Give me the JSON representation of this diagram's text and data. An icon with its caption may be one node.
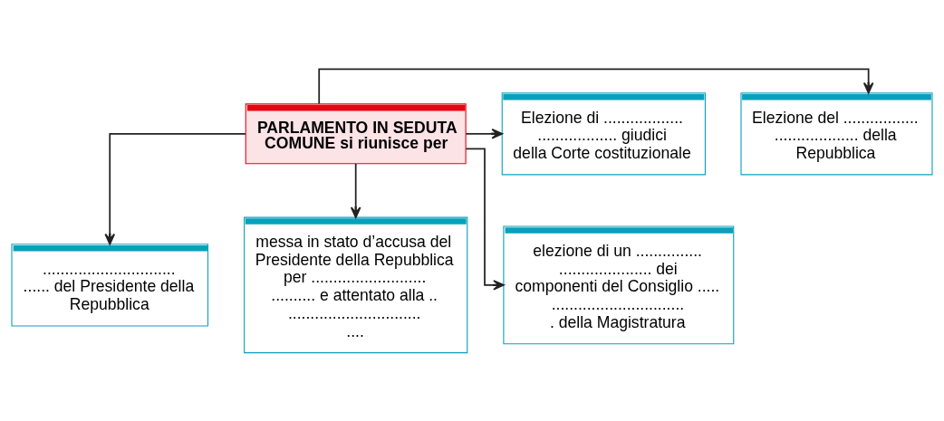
{
  "diagram": {
    "nodes": [
      {
        "text": [
          "PARLAMENTO IN SEDUTA COMUNE si riunisce per"
        ]
      },
      {
        "text": [
          "Elezione del .................................... della Repubblica"
        ]
      },
      {
        "text": [
          "Elezione di .................................... giudici della Corte costituzionale"
        ]
      },
      {
        "text": [
          ".................................... del Presidente della Repubblica"
        ]
      },
      {
        "text": [
          "messa in stato d’accusa del Presidente della Repubblica per .................................... e attentato alla ...................................."
        ]
      },
      {
        "text": [
          "elezione di un .................................... dei componenti del Consiglio .................................... della Magistratura"
        ]
      }
    ],
    "edges": [
      {
        "from": 0,
        "to": 1,
        "arrow": "to"
      },
      {
        "from": 0,
        "to": 2,
        "arrow": "to"
      },
      {
        "from": 0,
        "to": 3,
        "arrow": "to"
      },
      {
        "from": 0,
        "to": 4,
        "arrow": "to"
      },
      {
        "from": 0,
        "to": 5,
        "arrow": "to"
      }
    ]
  }
}
